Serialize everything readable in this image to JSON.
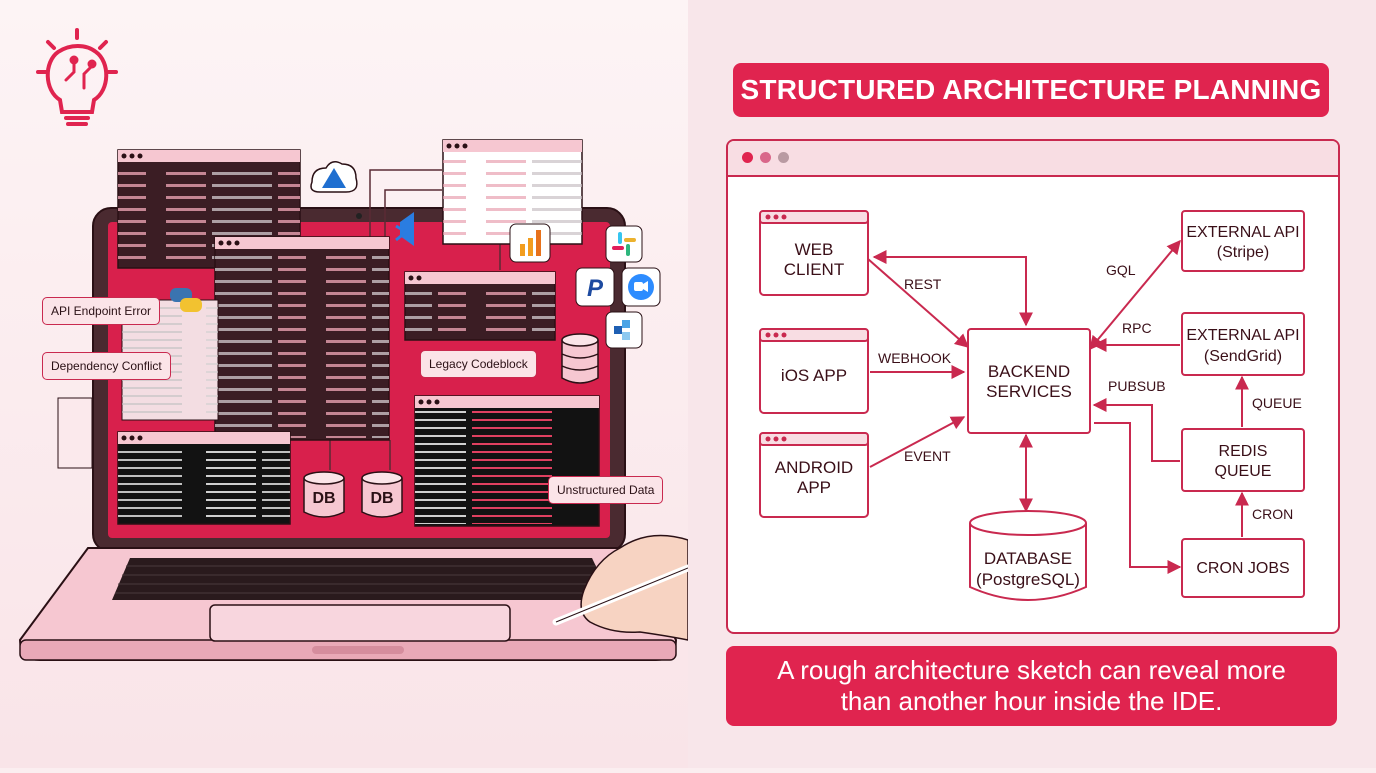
{
  "title": "STRUCTURED ARCHITECTURE PLANNING",
  "caption": {
    "line1": "A rough architecture sketch can reveal more",
    "line2": "than another hour inside the IDE."
  },
  "callouts": {
    "api_error": "API Endpoint Error",
    "dependency": "Dependency Conflict",
    "legacy": "Legacy Codeblock",
    "unstructured": "Unstructured Data"
  },
  "db_labels": [
    "DB",
    "DB"
  ],
  "diagram": {
    "nodes": {
      "web_client": [
        "WEB",
        "CLIENT"
      ],
      "ios_app": [
        "iOS APP"
      ],
      "android_app": [
        "ANDROID",
        "APP"
      ],
      "backend": [
        "BACKEND",
        "SERVICES"
      ],
      "database": [
        "DATABASE",
        "(PostgreSQL)"
      ],
      "stripe": [
        "EXTERNAL API",
        "(Stripe)"
      ],
      "sendgrid": [
        "EXTERNAL API",
        "(SendGrid)"
      ],
      "redis": [
        "REDIS",
        "QUEUE"
      ],
      "cron": [
        "CRON JOBS"
      ]
    },
    "edges": {
      "rest": "REST",
      "webhook": "WEBHOOK",
      "event": "EVENT",
      "gql": "GQL",
      "rpc": "RPC",
      "pubsub": "PUBSUB",
      "queue": "QUEUE",
      "cron": "CRON"
    }
  },
  "colors": {
    "accent": "#e0244f",
    "line": "#c9294f",
    "screen": "#d8204c",
    "code_bg": "#3b1d24"
  },
  "icons": [
    "lightbulb-icon",
    "azure-icon",
    "vscode-icon",
    "python-icon",
    "analytics-icon",
    "slack-icon",
    "paypal-icon",
    "zoom-icon",
    "grid-app-icon",
    "database-icon"
  ]
}
